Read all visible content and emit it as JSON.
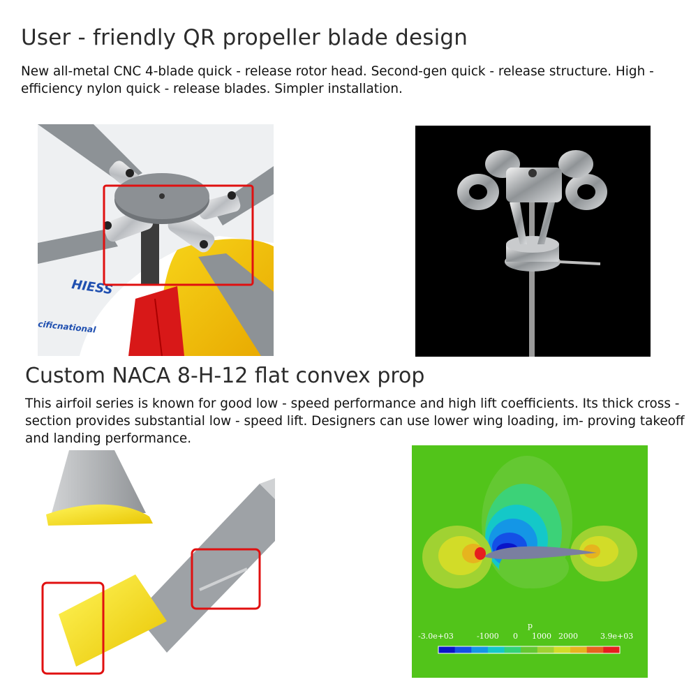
{
  "section1": {
    "heading": "User - friendly QR propeller blade design",
    "body": "New all-metal CNC 4-blade quick - release rotor head. Second-gen quick - release structure. High - efficiency nylon quick - release blades. Simpler installation."
  },
  "section2": {
    "heading": "Custom NACA 8-H-12 flat convex prop",
    "body": "This airfoil series is known for good low - speed performance and high lift coefficients. Its thick cross - section provides substantial low - speed lift. Designers can use lower wing loading, im- proving takeoff and landing performance."
  },
  "rotor_photo": {
    "decal_1": "HIESS",
    "decal_2": "cificnational",
    "highlight_color": "#e01010"
  },
  "cfd_plot": {
    "legend_title": "p",
    "tick_labels": [
      "-3.0e+03",
      "-1000",
      "0",
      "1000",
      "2000",
      "3.9e+03"
    ],
    "colormap": [
      "#0a14c8",
      "#1450e6",
      "#1496e6",
      "#14c8c8",
      "#32d278",
      "#64c832",
      "#a0d232",
      "#d2dc28",
      "#e6b41e",
      "#e6641e",
      "#e61e1e"
    ]
  }
}
